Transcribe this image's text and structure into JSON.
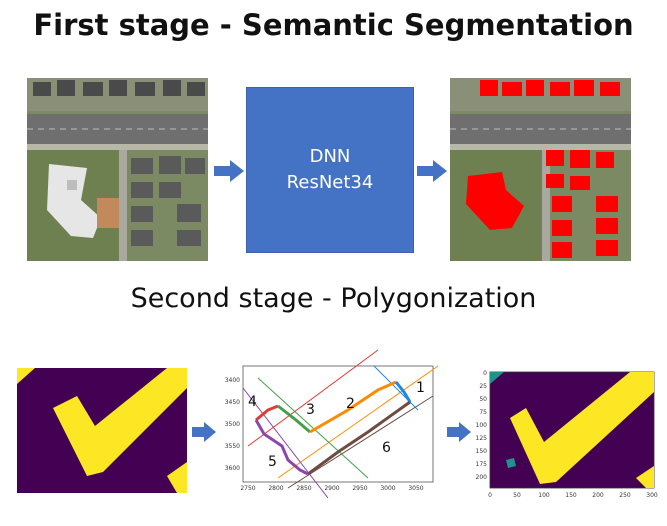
{
  "stage1": {
    "title": "First stage - Semantic Segmentation",
    "model_line1": "DNN",
    "model_line2": "ResNet34"
  },
  "stage2": {
    "title": "Second stage - Polygonization",
    "plot": {
      "x_ticks": [
        "2750",
        "2800",
        "2850",
        "2900",
        "2950",
        "3000",
        "3050"
      ],
      "y_ticks": [
        "3400",
        "3450",
        "3500",
        "3550",
        "3600"
      ],
      "segment_labels": [
        "1",
        "2",
        "3",
        "4",
        "5",
        "6"
      ]
    },
    "result_plot": {
      "x_ticks": [
        "0",
        "50",
        "100",
        "150",
        "200",
        "250",
        "300"
      ],
      "y_ticks": [
        "0",
        "25",
        "50",
        "75",
        "100",
        "125",
        "150",
        "175",
        "200"
      ]
    }
  },
  "colors": {
    "arrow": "#4472c4",
    "mask_background": "#440154",
    "mask_foreground": "#fde725",
    "segmentation_overlay": "#ff0000",
    "dnn_box": "#4472c4"
  }
}
